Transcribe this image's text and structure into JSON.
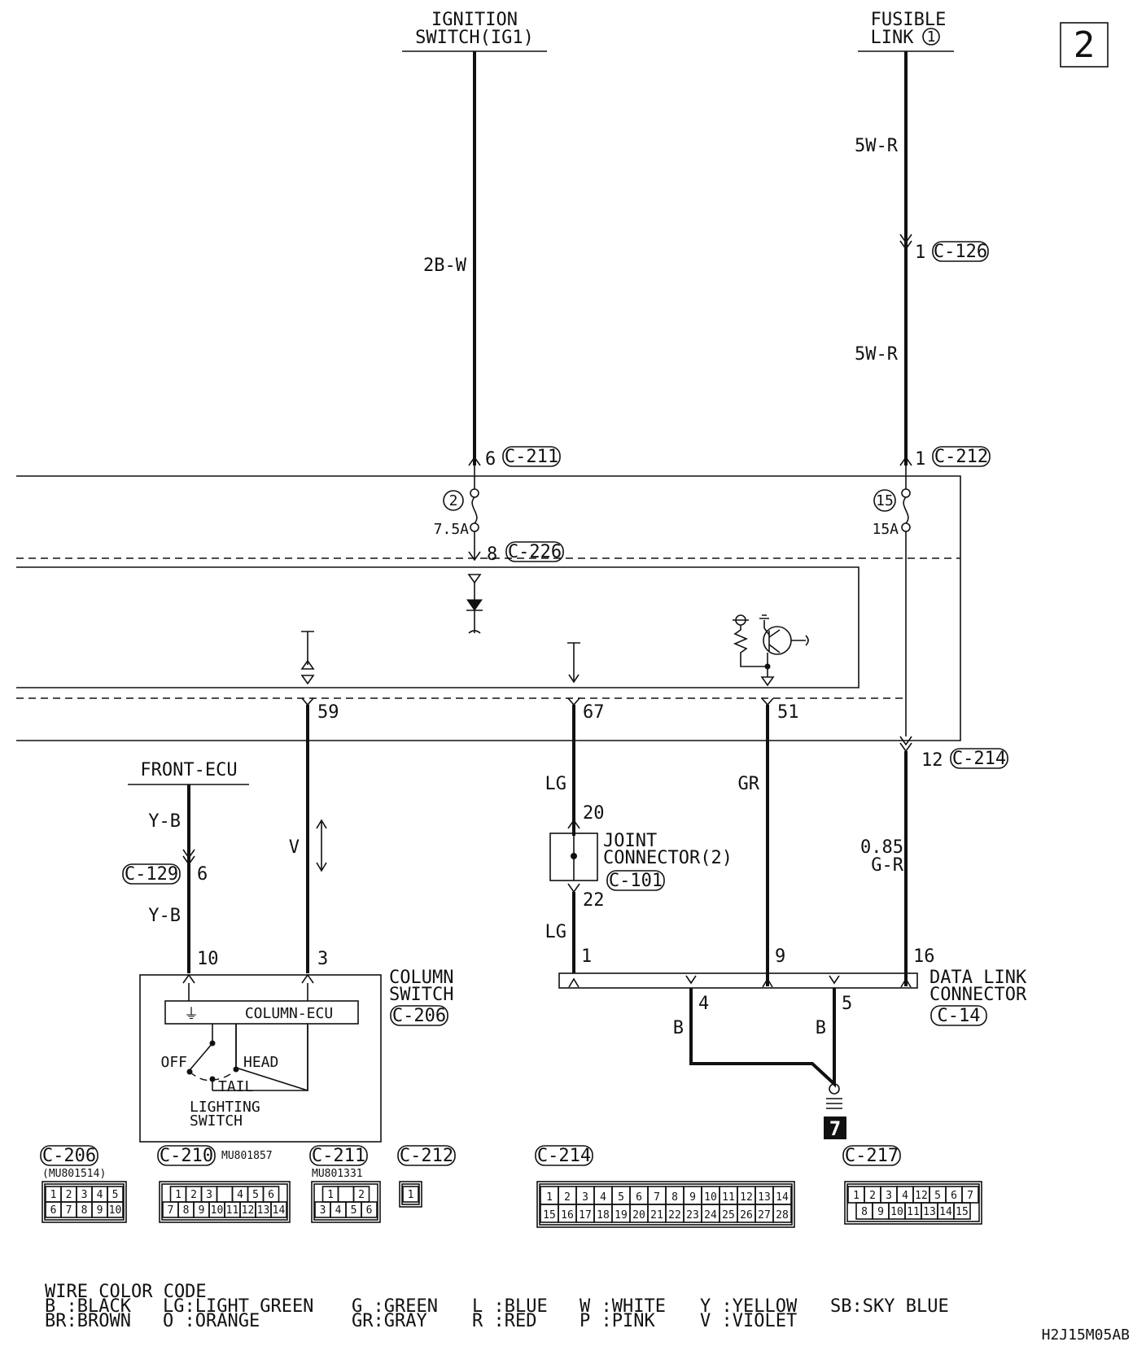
{
  "page_number": "2",
  "figure_code": "H2J15M05AB",
  "sources": {
    "ignition_switch_line1": "IGNITION",
    "ignition_switch_line2": "SWITCH(IG1)",
    "fusible_link_line1": "FUSIBLE",
    "fusible_link_line2": "LINK",
    "fusible_link_number": "1",
    "front_ecu": "FRONT-ECU"
  },
  "wires": {
    "ign_color": "2B-W",
    "fl_color_upper": "5W-R",
    "fl_color_lower": "5W-R",
    "front_ecu_color_upper": "Y-B",
    "front_ecu_color_lower": "Y-B",
    "column_color": "V",
    "joint_upper_color": "LG",
    "joint_lower_color": "LG",
    "gr_color": "GR",
    "dlc_feed_size": "0.85",
    "dlc_feed_color": "G-R",
    "ground_left_color": "B",
    "ground_right_color": "B"
  },
  "pins": {
    "c211_pin": "6",
    "c212_pin": "1",
    "c126_pin": "1",
    "c226_pin": "8",
    "p59": "59",
    "p67": "67",
    "p51": "51",
    "c214_pin": "12",
    "c129_pin": "6",
    "col_pin10": "10",
    "col_pin3": "3",
    "jc_pin20": "20",
    "jc_pin22": "22",
    "dlc_pin1": "1",
    "dlc_pin9": "9",
    "dlc_pin16": "16",
    "dlc_pin4": "4",
    "dlc_pin5": "5"
  },
  "connector_tags": {
    "c211": "C-211",
    "c212": "C-212",
    "c126": "C-126",
    "c226": "C-226",
    "c214": "C-214",
    "c129": "C-129",
    "c101": "C-101",
    "c206": "C-206",
    "c14": "C-14"
  },
  "fuses": {
    "fuse2_num": "2",
    "fuse2_rating": "7.5A",
    "fuse15_num": "15",
    "fuse15_rating": "15A"
  },
  "components": {
    "joint_connector_line1": "JOINT",
    "joint_connector_line2": "CONNECTOR(2)",
    "column_switch_line1": "COLUMN",
    "column_switch_line2": "SWITCH",
    "column_ecu": "COLUMN-ECU",
    "sw_off": "OFF",
    "sw_head": "HEAD",
    "sw_tail": "TAIL",
    "lighting_switch_line1": "LIGHTING",
    "lighting_switch_line2": "SWITCH",
    "dlc_line1": "DATA LINK",
    "dlc_line2": "CONNECTOR",
    "ground_number": "7"
  },
  "connector_views": [
    {
      "tag": "C-206",
      "part": "(MU801514)",
      "rows": [
        [
          "1",
          "2",
          "3",
          "4",
          "5"
        ],
        [
          "6",
          "7",
          "8",
          "9",
          "10"
        ]
      ]
    },
    {
      "tag": "C-210",
      "part": "MU801857",
      "rows": [
        [
          "1",
          "2",
          "3",
          "",
          "4",
          "5",
          "6"
        ],
        [
          "7",
          "8",
          "9",
          "10",
          "11",
          "12",
          "13",
          "14"
        ]
      ]
    },
    {
      "tag": "C-211",
      "part": "MU801331",
      "rows": [
        [
          "1",
          "",
          "2"
        ],
        [
          "3",
          "4",
          "5",
          "6"
        ]
      ]
    },
    {
      "tag": "C-212",
      "part": "",
      "rows": [
        [
          "1"
        ]
      ]
    },
    {
      "tag": "C-214",
      "part": "",
      "rows": [
        [
          "1",
          "2",
          "3",
          "4",
          "5",
          "6",
          "7",
          "8",
          "9",
          "10",
          "11",
          "12",
          "13",
          "14"
        ],
        [
          "15",
          "16",
          "17",
          "18",
          "19",
          "20",
          "21",
          "22",
          "23",
          "24",
          "25",
          "26",
          "27",
          "28"
        ]
      ]
    },
    {
      "tag": "C-217",
      "part": "",
      "rows": [
        [
          "1",
          "2",
          "3",
          "4",
          "12",
          "5",
          "6",
          "7"
        ],
        [
          "8",
          "9",
          "10",
          "11",
          "13",
          "14",
          "15"
        ]
      ]
    }
  ],
  "wire_color_code": {
    "title": "WIRE COLOR CODE",
    "entries": [
      [
        "B",
        "BLACK"
      ],
      [
        "BR",
        "BROWN"
      ],
      [
        "LG",
        "LIGHT GREEN"
      ],
      [
        "O",
        "ORANGE"
      ],
      [
        "G",
        "GREEN"
      ],
      [
        "GR",
        "GRAY"
      ],
      [
        "L",
        "BLUE"
      ],
      [
        "R",
        "RED"
      ],
      [
        "W",
        "WHITE"
      ],
      [
        "P",
        "PINK"
      ],
      [
        "Y",
        "YELLOW"
      ],
      [
        "V",
        "VIOLET"
      ],
      [
        "SB",
        "SKY BLUE"
      ]
    ]
  }
}
